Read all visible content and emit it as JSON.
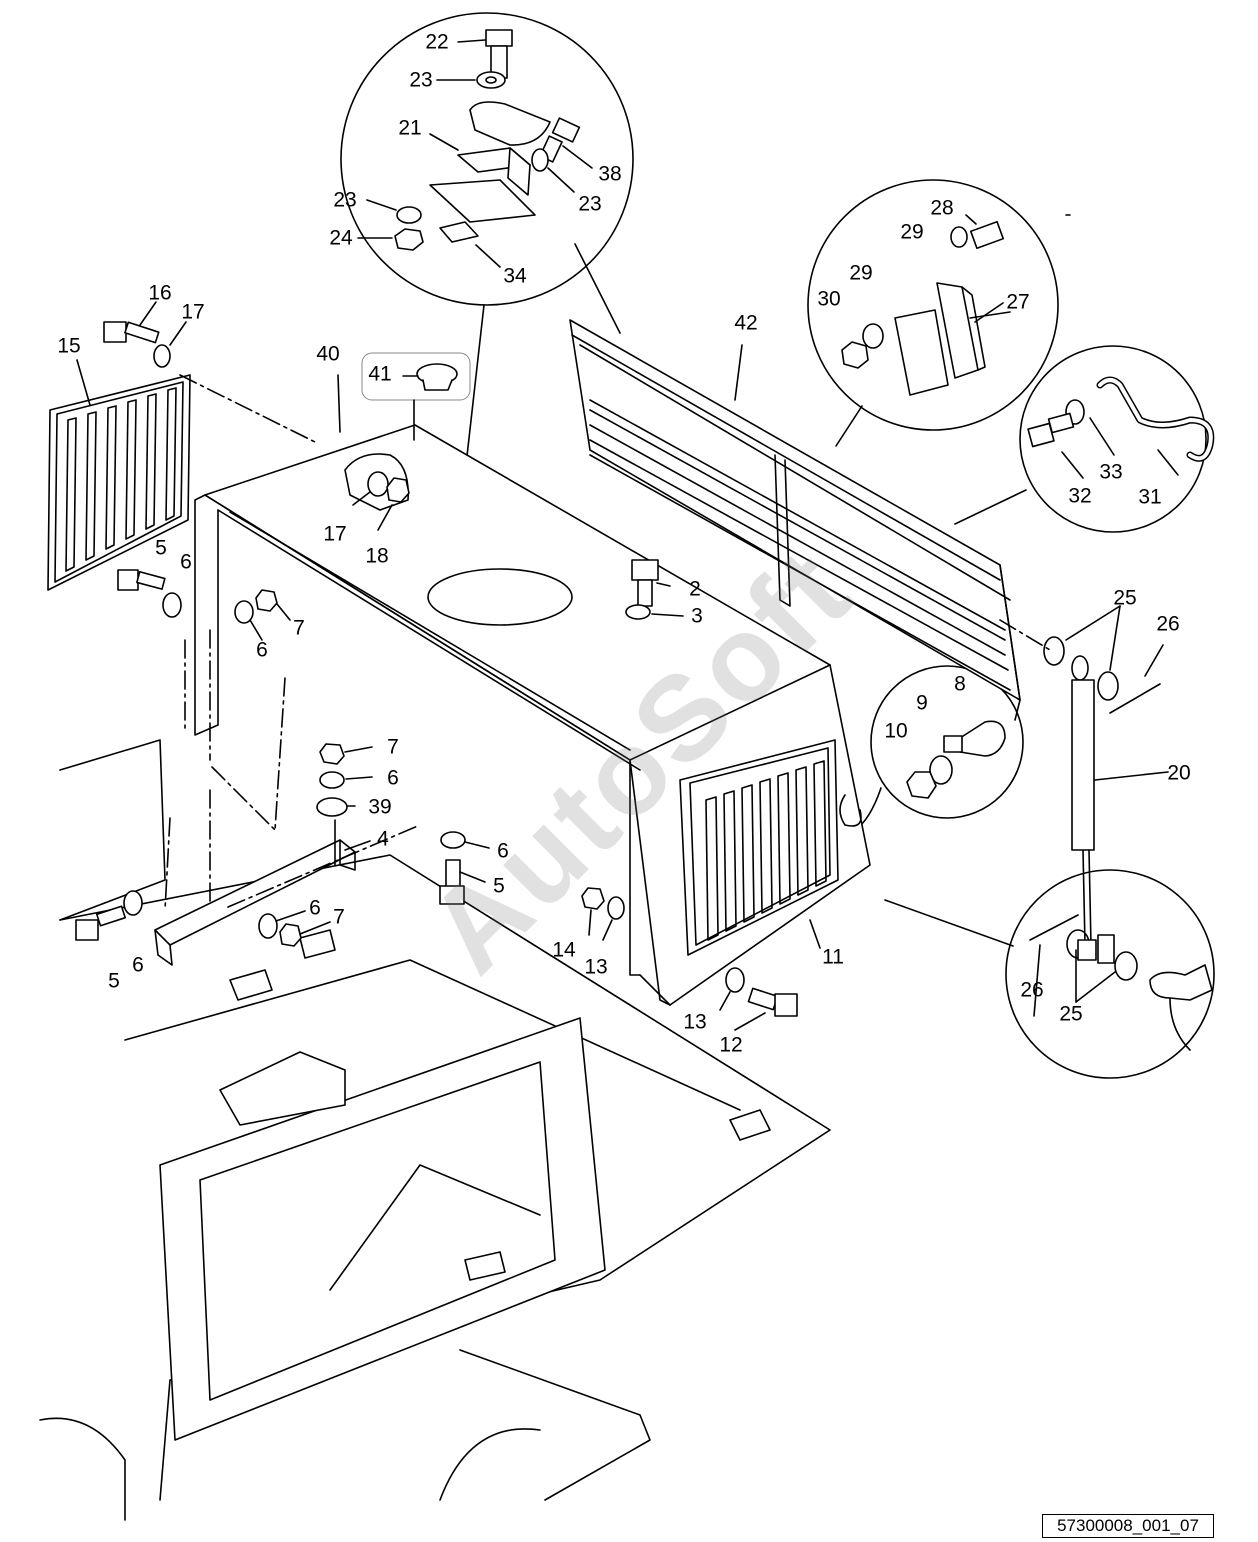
{
  "watermark": "AutoSoft",
  "drawing_code": "57300008_001_07",
  "labels": {
    "l22": "22",
    "l23a": "23",
    "l21": "21",
    "l38": "38",
    "l23b": "23",
    "l23c": "23",
    "l24": "24",
    "l34": "34",
    "l16": "16",
    "l17a": "17",
    "l15": "15",
    "l40": "40",
    "l41": "41",
    "l17b": "17",
    "l18": "18",
    "l42": "42",
    "l28": "28",
    "l29a": "29",
    "l29b": "29",
    "l30": "30",
    "l27": "27",
    "l33": "33",
    "l32": "32",
    "l31": "31",
    "l5a": "5",
    "l6a": "6",
    "l7a": "7",
    "l6b": "6",
    "l2": "2",
    "l3": "3",
    "l25a": "25",
    "l26a": "26",
    "l20": "20",
    "l8": "8",
    "l9": "9",
    "l10": "10",
    "l7b": "7",
    "l6c": "6",
    "l39": "39",
    "l4": "4",
    "l6d": "6",
    "l5b": "5",
    "l6e": "6",
    "l7c": "7",
    "l5c": "5",
    "l6f": "6",
    "l14": "14",
    "l13a": "13",
    "l11": "11",
    "l13b": "13",
    "l12": "12",
    "l26b": "26",
    "l25b": "25"
  }
}
